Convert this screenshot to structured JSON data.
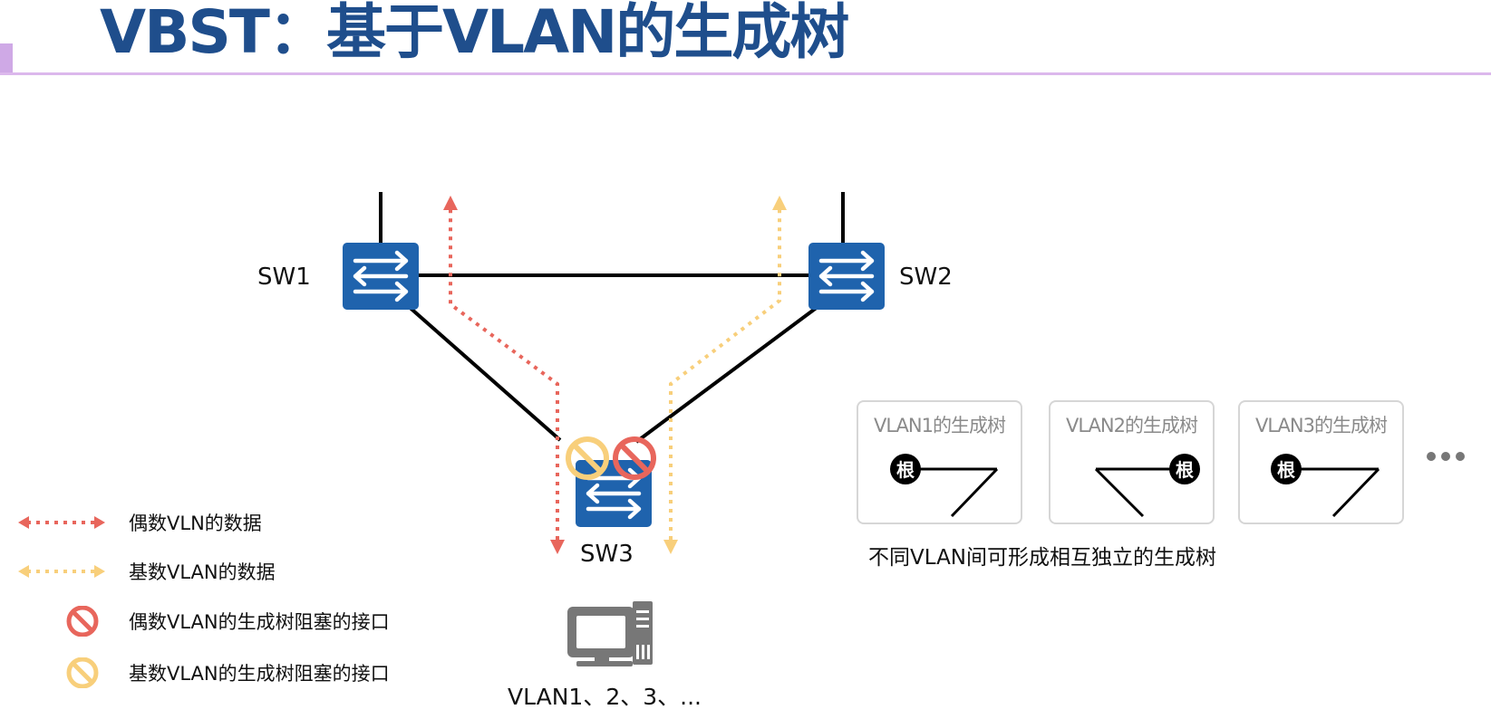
{
  "title": "VBST：基于VLAN的生成树",
  "switches": [
    {
      "id": "sw1",
      "label": "SW1"
    },
    {
      "id": "sw2",
      "label": "SW2"
    },
    {
      "id": "sw3",
      "label": "SW3"
    }
  ],
  "pc_label": "VLAN1、2、3、...",
  "trees": [
    {
      "title": "VLAN1的生成树",
      "root_label": "根"
    },
    {
      "title": "VLAN2的生成树",
      "root_label": "根"
    },
    {
      "title": "VLAN3的生成树",
      "root_label": "根"
    }
  ],
  "trees_caption": "不同VLAN间可形成相互独立的生成树",
  "legend": [
    {
      "text": "偶数VLN的数据",
      "symbol": "dotted-arrow",
      "color": "#e8665c"
    },
    {
      "text": "基数VLAN的数据",
      "symbol": "dotted-arrow",
      "color": "#f8cf7b"
    },
    {
      "text": "偶数VLAN的生成树阻塞的接口",
      "symbol": "block-icon",
      "color": "#e8665c"
    },
    {
      "text": "基数VLAN的生成树阻塞的接口",
      "symbol": "block-icon",
      "color": "#f8cf7b"
    }
  ],
  "colors": {
    "title": "#1f4e8c",
    "switch": "#1f63ad",
    "even": "#e8665c",
    "odd": "#f8cf7b",
    "pc": "#777777"
  }
}
